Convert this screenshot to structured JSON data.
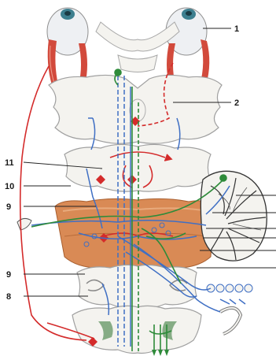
{
  "figure": {
    "labels": {
      "l1": "1",
      "l2": "2",
      "l11": "11",
      "l10": "10",
      "l9a": "9",
      "l9b": "9",
      "l8": "8"
    }
  },
  "colors": {
    "pathway_red": "#d42b2b",
    "pathway_blue": "#3f6fc4",
    "pathway_green": "#2e8b3a",
    "muscle_red": "#d24a3c",
    "pons_orange": "#d98a55",
    "tissue_white": "#f4f3ef",
    "outline_gray": "#9a9a9a"
  }
}
